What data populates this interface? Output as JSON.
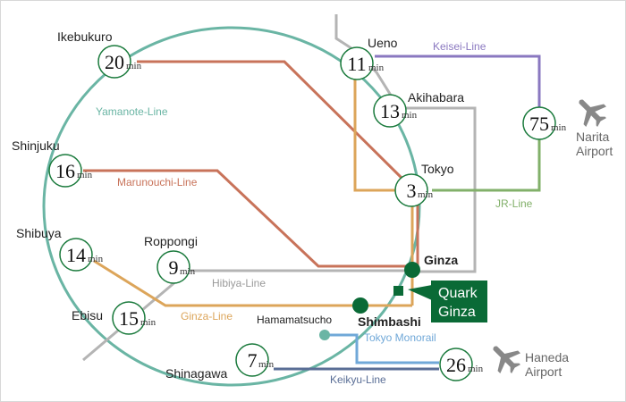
{
  "colors": {
    "yamanote": "#6ab5a4",
    "marunouchi": "#c8735a",
    "ginza_line": "#dca55a",
    "hibiya": "#b4b4b4",
    "keisei": "#8a78c0",
    "jr": "#82b06a",
    "keikyu": "#5a6e96",
    "monorail": "#70a8d8",
    "station_ring": "#1a7a3c",
    "destination": "#0a6a36",
    "airport": "#888888"
  },
  "stations": [
    {
      "id": "ikebukuro",
      "name": "Ikebukuro",
      "minutes": "20"
    },
    {
      "id": "ueno",
      "name": "Ueno",
      "minutes": "11"
    },
    {
      "id": "akihabara",
      "name": "Akihabara",
      "minutes": "13"
    },
    {
      "id": "shinjuku",
      "name": "Shinjuku",
      "minutes": "16"
    },
    {
      "id": "tokyo",
      "name": "Tokyo",
      "minutes": "3"
    },
    {
      "id": "shibuya",
      "name": "Shibuya",
      "minutes": "14"
    },
    {
      "id": "roppongi",
      "name": "Roppongi",
      "minutes": "9"
    },
    {
      "id": "ebisu",
      "name": "Ebisu",
      "minutes": "15"
    },
    {
      "id": "shinagawa",
      "name": "Shinagawa",
      "minutes": "7"
    },
    {
      "id": "narita",
      "name": "",
      "minutes": "75"
    },
    {
      "id": "haneda",
      "name": "",
      "minutes": "26"
    }
  ],
  "min_label": "min",
  "hubs": {
    "ginza": "Ginza",
    "shimbashi": "Shimbashi",
    "hamamatsucho": "Hamamatsucho"
  },
  "lines": {
    "yamanote": "Yamanote-Line",
    "marunouchi": "Marunouchi-Line",
    "keisei": "Keisei-Line",
    "jr": "JR-Line",
    "hibiya": "Hibiya-Line",
    "ginza_line": "Ginza-Line",
    "monorail": "Tokyo Monorail",
    "keikyu": "Keikyu-Line"
  },
  "airports": {
    "narita": [
      "Narita",
      "Airport"
    ],
    "haneda": [
      "Haneda",
      "Airport"
    ]
  },
  "destination": [
    "Quark",
    "Ginza"
  ]
}
